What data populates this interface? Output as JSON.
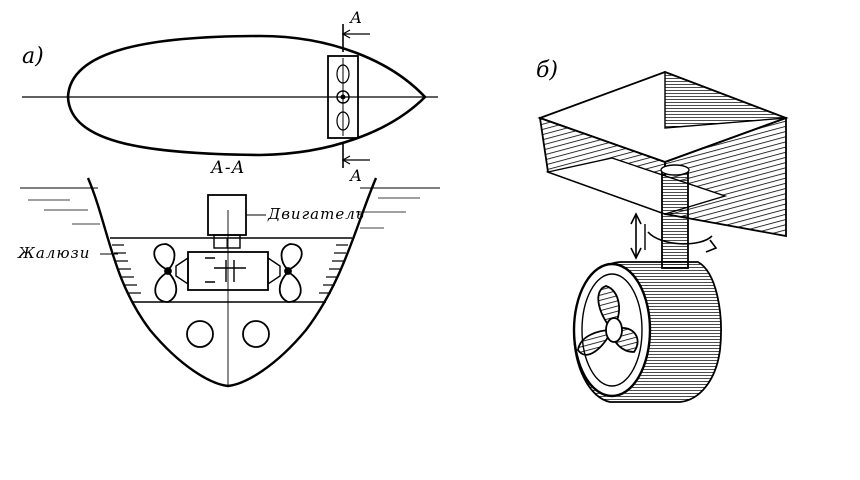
{
  "figure_a": {
    "letter": "а)",
    "section_mark_top": "А",
    "section_mark_bottom": "А",
    "section_title": "А-А",
    "label_engine": "Двигатель",
    "label_louvers": "Жалюзи"
  },
  "figure_b": {
    "letter": "б)"
  },
  "colors": {
    "ink": "#000000",
    "paper": "#ffffff"
  }
}
